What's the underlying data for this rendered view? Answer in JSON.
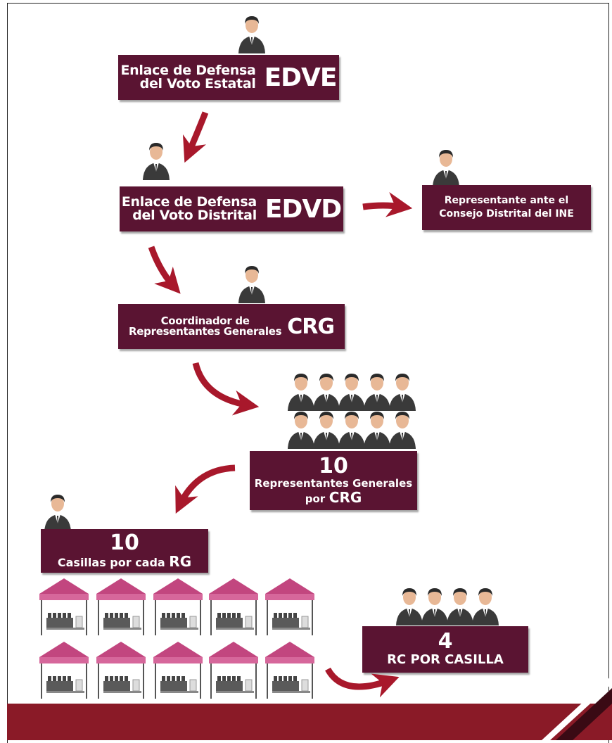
{
  "colors": {
    "box": "#5a1432",
    "arrow": "#a8182b",
    "tent_roof": "#c2467f",
    "bar": "#8a1a27"
  },
  "edve": {
    "line1": "Enlace de Defensa",
    "line2": "del Voto Estatal",
    "abbr": "EDVE"
  },
  "edvd": {
    "line1": "Enlace de Defensa",
    "line2": "del Voto Distrital",
    "abbr": "EDVD"
  },
  "rep_ine": {
    "line1": "Representante ante el",
    "line2": "Consejo Distrital del INE"
  },
  "crg": {
    "line1": "Coordinador de",
    "line2": "Representantes Generales",
    "abbr": "CRG"
  },
  "rg": {
    "number": "10",
    "line1": "Representantes Generales",
    "line2_prefix": "por",
    "line2_abbr": "CRG"
  },
  "casillas": {
    "number": "10",
    "text_prefix": "Casillas por cada",
    "text_abbr": "RG"
  },
  "rc": {
    "number": "4",
    "text": "RC POR CASILLA"
  },
  "icons": {
    "person": "person-icon",
    "tent": "polling-tent-icon",
    "arrow": "curved-arrow-icon"
  }
}
